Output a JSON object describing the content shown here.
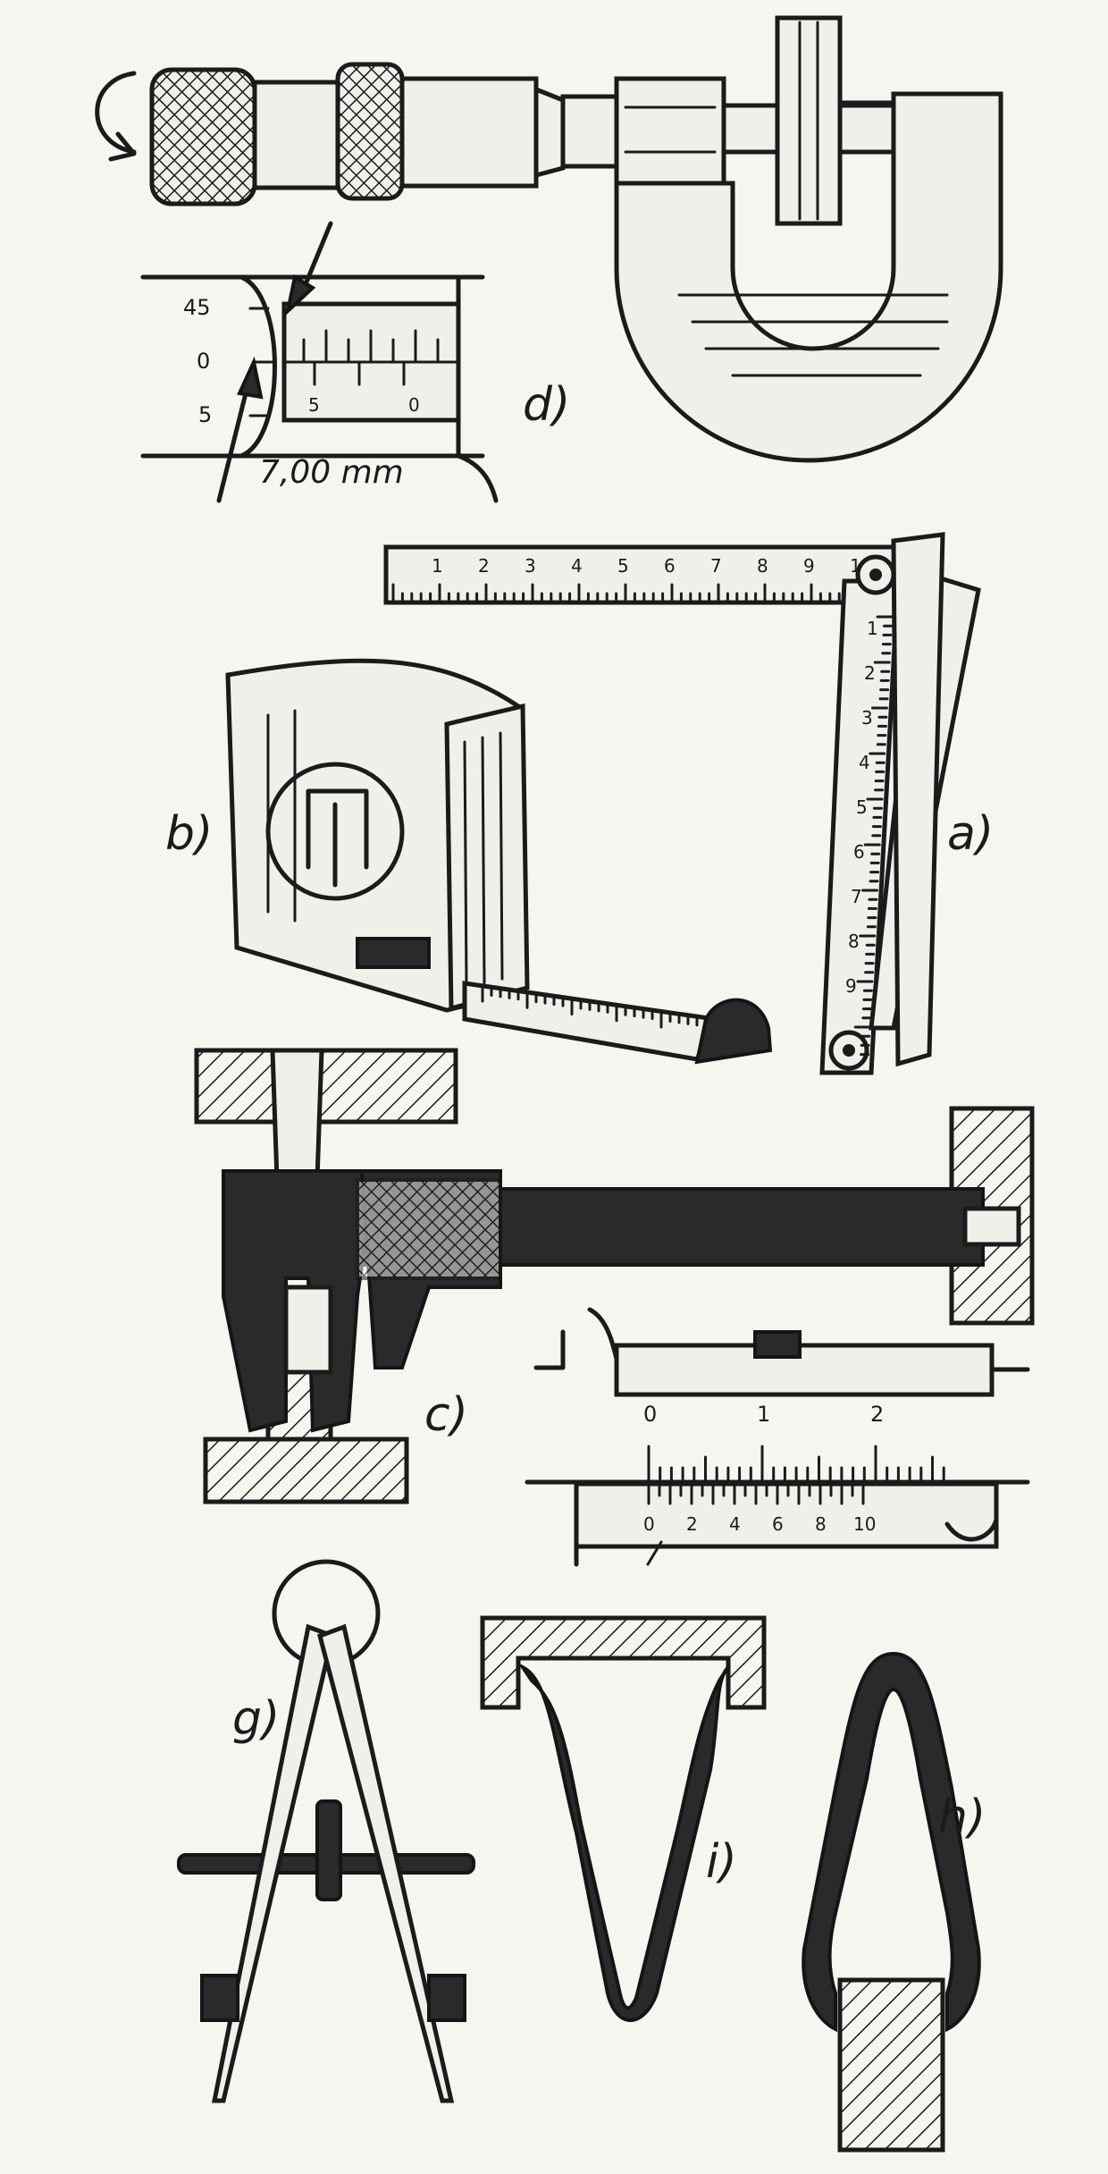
{
  "labels": {
    "a": "a)",
    "b": "b)",
    "c": "c)",
    "d": "d)",
    "g": "g)",
    "h": "h)",
    "i": "i)"
  },
  "micrometer": {
    "thimble_marks": [
      "45",
      "0",
      "5"
    ],
    "sleeve_marks": [
      "5",
      "0"
    ],
    "reading": "7,00 mm"
  },
  "folding_rule": {
    "horizontal_marks": [
      "1",
      "2",
      "3",
      "4",
      "5",
      "6",
      "7",
      "8",
      "9",
      "10"
    ],
    "vertical_marks": [
      "1",
      "2",
      "3",
      "4",
      "5",
      "6",
      "7",
      "8",
      "9"
    ]
  },
  "vernier": {
    "main_marks": [
      "0",
      "1",
      "2"
    ],
    "vernier_marks": [
      "0",
      "2",
      "4",
      "6",
      "8",
      "10"
    ]
  }
}
